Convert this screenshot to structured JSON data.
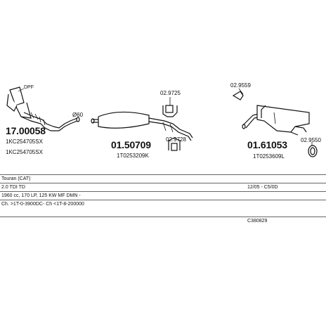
{
  "parts": {
    "front_pipe": {
      "number": "17.00058",
      "oem": [
        "1KC254705SX",
        "1KC254705SX"
      ],
      "dpf_tag": "DPF"
    },
    "centre_silencer": {
      "number": "01.50709",
      "oem": "1T0253209K"
    },
    "rear_silencer": {
      "number": "01.61053",
      "oem": "1T0253609L"
    },
    "clamp_diameter": "Ø60"
  },
  "clamps": [
    "02.9725",
    "02.9728",
    "02.9559",
    "02.9550"
  ],
  "vehicle": {
    "model": "Touran (CAT)",
    "engine": "2.0 TDI TD",
    "dates": "12/05 - C5/0D",
    "spec": "1960 cc, 170 LP, 125 KW MF DMN -",
    "chassis": "Ch. >1T-0-3900DC- Ch <1T-8-200000",
    "code": "C380829"
  }
}
